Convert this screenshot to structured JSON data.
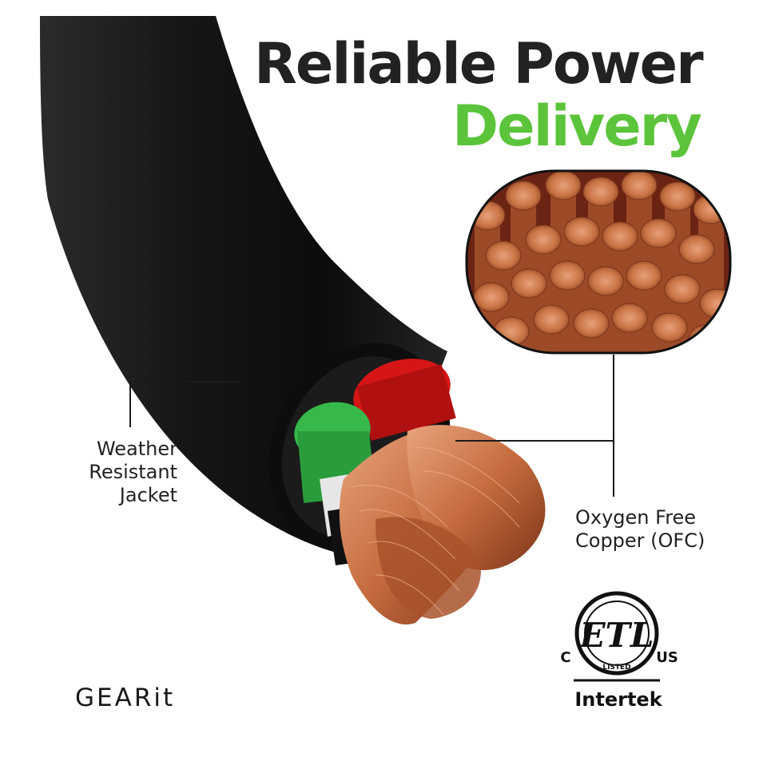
{
  "headline": {
    "line1": "Reliable Power",
    "line2": "Delivery"
  },
  "callouts": {
    "jacket": [
      "Weather",
      "Resistant",
      "Jacket"
    ],
    "conductor": [
      "Oxygen Free",
      "Copper (OFC)"
    ]
  },
  "brand": "GEARit",
  "certification": {
    "mark": "ETL",
    "left": "C",
    "right": "US",
    "listed": "LISTED",
    "issuer": "Intertek"
  },
  "colors": {
    "headline_dark": "#222222",
    "headline_green": "#5cc43a",
    "jacket": "#141414",
    "wire_red": "#d61616",
    "wire_green": "#37b84a",
    "copper": "#c97545",
    "copper_bg": "#6b2414"
  }
}
